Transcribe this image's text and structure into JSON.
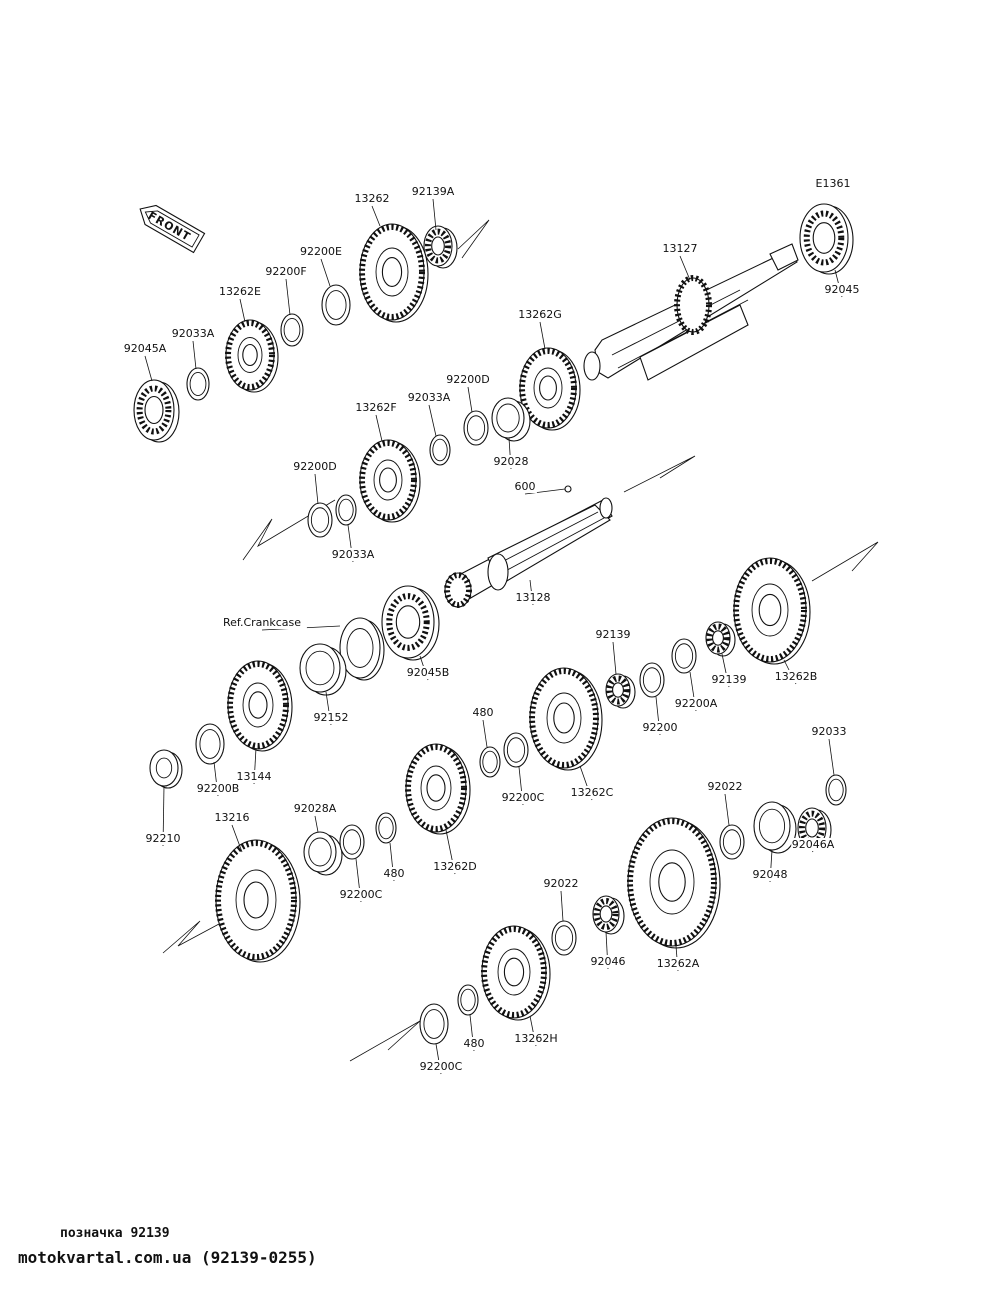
{
  "diagram_id": "E1361",
  "front_label": "FRONT",
  "parts": [
    {
      "id": "92139A",
      "shape": "bearing"
    },
    {
      "id": "13262",
      "shape": "gear"
    },
    {
      "id": "92200E",
      "shape": "washer"
    },
    {
      "id": "92200F",
      "shape": "washer"
    },
    {
      "id": "13262E",
      "shape": "gear"
    },
    {
      "id": "92033A",
      "shape": "circlip"
    },
    {
      "id": "92045A",
      "shape": "bearing"
    },
    {
      "id": "92045",
      "shape": "bearing"
    },
    {
      "id": "13127",
      "shape": "shaft"
    },
    {
      "id": "13262G",
      "shape": "gear"
    },
    {
      "id": "92200D",
      "shape": "washer"
    },
    {
      "id": "92033A",
      "shape": "circlip"
    },
    {
      "id": "92028",
      "shape": "bushing"
    },
    {
      "id": "13262F",
      "shape": "gear"
    },
    {
      "id": "92200D",
      "shape": "washer"
    },
    {
      "id": "92033A",
      "shape": "circlip"
    },
    {
      "id": "600",
      "shape": "note"
    },
    {
      "id": "13128",
      "shape": "shaft"
    },
    {
      "id": "Ref.Crankcase",
      "shape": "seal"
    },
    {
      "id": "92045B",
      "shape": "bearing"
    },
    {
      "id": "92152",
      "shape": "bushing"
    },
    {
      "id": "13144",
      "shape": "sprocket"
    },
    {
      "id": "92200B",
      "shape": "washer"
    },
    {
      "id": "92210",
      "shape": "nut"
    },
    {
      "id": "92139",
      "shape": "bearing"
    },
    {
      "id": "92200",
      "shape": "washer"
    },
    {
      "id": "92200A",
      "shape": "washer"
    },
    {
      "id": "92139",
      "shape": "bearing"
    },
    {
      "id": "13262B",
      "shape": "gear"
    },
    {
      "id": "480",
      "shape": "circlip"
    },
    {
      "id": "92200C",
      "shape": "washer"
    },
    {
      "id": "13262C",
      "shape": "gear"
    },
    {
      "id": "92028A",
      "shape": "bushing"
    },
    {
      "id": "92200C",
      "shape": "washer"
    },
    {
      "id": "480",
      "shape": "circlip"
    },
    {
      "id": "13262D",
      "shape": "gear"
    },
    {
      "id": "13216",
      "shape": "gear"
    },
    {
      "id": "92033",
      "shape": "circlip"
    },
    {
      "id": "92022",
      "shape": "washer"
    },
    {
      "id": "92046A",
      "shape": "bearing"
    },
    {
      "id": "92048",
      "shape": "bushing"
    },
    {
      "id": "13262A",
      "shape": "gear"
    },
    {
      "id": "92022",
      "shape": "washer"
    },
    {
      "id": "92046",
      "shape": "bearing"
    },
    {
      "id": "13262H",
      "shape": "gear"
    },
    {
      "id": "480",
      "shape": "circlip"
    },
    {
      "id": "92200C",
      "shape": "washer"
    }
  ],
  "footer": {
    "caption": "позначка 92139",
    "source": "motokvartal.com.ua (92139-0255)"
  }
}
